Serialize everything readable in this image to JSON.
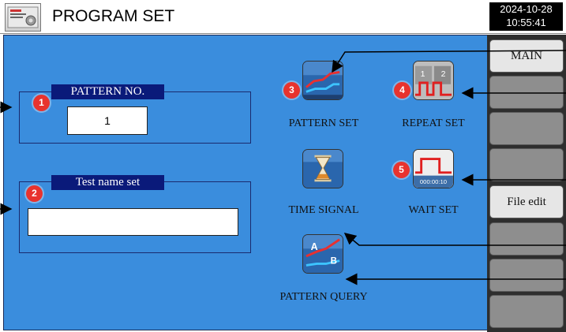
{
  "header": {
    "title": "PROGRAM SET",
    "date": "2024-10-28",
    "time": "10:55:41"
  },
  "pattern_panel": {
    "label": "PATTERN NO.",
    "value": "1",
    "badge": "1"
  },
  "test_name_panel": {
    "label": "Test name set",
    "value": "",
    "badge": "2"
  },
  "icons": {
    "pattern_set": {
      "label": "PATTERN SET",
      "badge": "3"
    },
    "repeat_set": {
      "label": "REPEAT SET",
      "badge": "4",
      "step1": "1",
      "step2": "2"
    },
    "time_signal": {
      "label": "TIME SIGNAL"
    },
    "wait_set": {
      "label": "WAIT SET",
      "badge": "5",
      "timer": "000:00:10"
    },
    "pattern_query": {
      "label": "PATTERN QUERY",
      "mark_a": "A",
      "mark_b": "B"
    }
  },
  "sidebar": {
    "buttons": [
      "MAIN",
      "",
      "",
      "",
      "File edit",
      "",
      "",
      ""
    ]
  },
  "colors": {
    "main_bg": "#3a8ddd",
    "tag_bg": "#0a1a7a",
    "badge": "#e8332e",
    "sidebar_bg": "#2e2e2e"
  }
}
